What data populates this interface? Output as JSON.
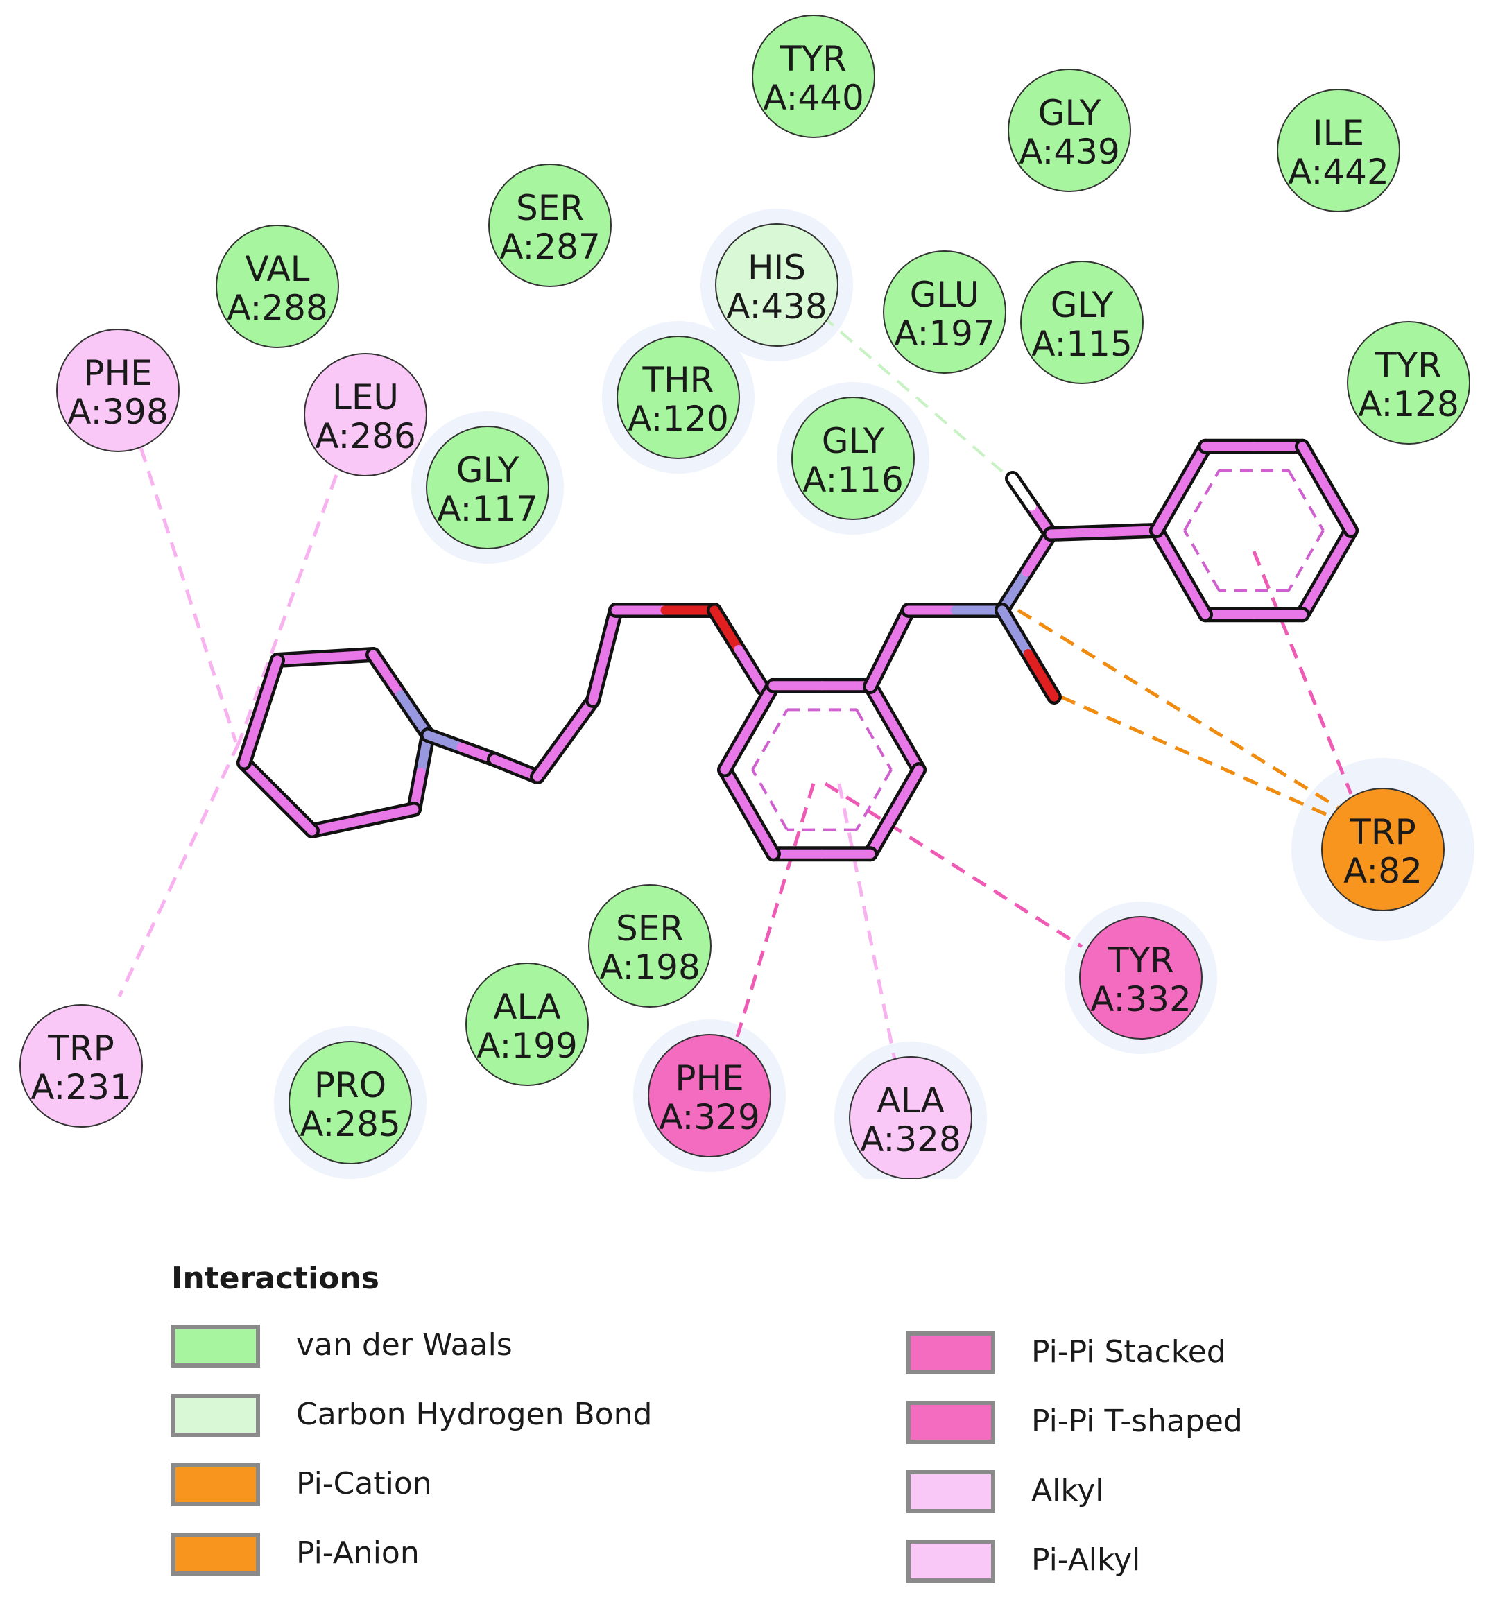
{
  "residues": [
    {
      "name": "TYR",
      "id": "A:440",
      "type": "van der Waals"
    },
    {
      "name": "GLY",
      "id": "A:439",
      "type": "van der Waals"
    },
    {
      "name": "ILE",
      "id": "A:442",
      "type": "van der Waals"
    },
    {
      "name": "SER",
      "id": "A:287",
      "type": "van der Waals"
    },
    {
      "name": "VAL",
      "id": "A:288",
      "type": "van der Waals"
    },
    {
      "name": "HIS",
      "id": "A:438",
      "type": "Carbon Hydrogen Bond"
    },
    {
      "name": "GLU",
      "id": "A:197",
      "type": "van der Waals"
    },
    {
      "name": "GLY",
      "id": "A:115",
      "type": "van der Waals"
    },
    {
      "name": "TYR",
      "id": "A:128",
      "type": "van der Waals"
    },
    {
      "name": "PHE",
      "id": "A:398",
      "type": "Alkyl"
    },
    {
      "name": "LEU",
      "id": "A:286",
      "type": "Alkyl"
    },
    {
      "name": "THR",
      "id": "A:120",
      "type": "van der Waals"
    },
    {
      "name": "GLY",
      "id": "A:117",
      "type": "van der Waals"
    },
    {
      "name": "GLY",
      "id": "A:116",
      "type": "van der Waals"
    },
    {
      "name": "TRP",
      "id": "A:82",
      "type": "Pi-Cation"
    },
    {
      "name": "SER",
      "id": "A:198",
      "type": "van der Waals"
    },
    {
      "name": "TYR",
      "id": "A:332",
      "type": "Pi-Pi T-shaped"
    },
    {
      "name": "ALA",
      "id": "A:199",
      "type": "van der Waals"
    },
    {
      "name": "TRP",
      "id": "A:231",
      "type": "Alkyl"
    },
    {
      "name": "PRO",
      "id": "A:285",
      "type": "van der Waals"
    },
    {
      "name": "PHE",
      "id": "A:329",
      "type": "Pi-Pi Stacked"
    },
    {
      "name": "ALA",
      "id": "A:328",
      "type": "Pi-Alkyl"
    }
  ],
  "legend": {
    "title": "Interactions",
    "items": [
      {
        "label": "van der Waals",
        "color": "#a8f5a0"
      },
      {
        "label": "Carbon Hydrogen Bond",
        "color": "#d8f8d6"
      },
      {
        "label": "Pi-Cation",
        "color": "#f7951e"
      },
      {
        "label": "Pi-Anion",
        "color": "#f7951e"
      },
      {
        "label": "Pi-Pi Stacked",
        "color": "#f46cc0"
      },
      {
        "label": "Pi-Pi T-shaped",
        "color": "#f46cc0"
      },
      {
        "label": "Alkyl",
        "color": "#fac8f6"
      },
      {
        "label": "Pi-Alkyl",
        "color": "#fac8f6"
      }
    ]
  },
  "colors": {
    "bond": "#e878e8",
    "nitrogen": "#9898e0",
    "oxygen": "#e02020",
    "halo": "#eef3fc"
  }
}
